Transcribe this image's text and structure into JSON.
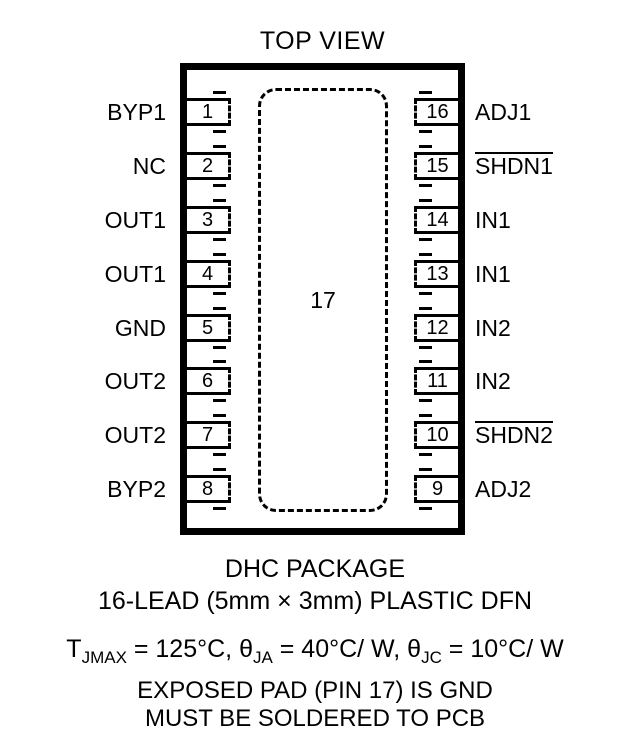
{
  "title": "TOP VIEW",
  "package": {
    "pad_number": "17",
    "left_pins": [
      {
        "number": "1",
        "label": "BYP1",
        "overline": false
      },
      {
        "number": "2",
        "label": "NC",
        "overline": false
      },
      {
        "number": "3",
        "label": "OUT1",
        "overline": false
      },
      {
        "number": "4",
        "label": "OUT1",
        "overline": false
      },
      {
        "number": "5",
        "label": "GND",
        "overline": false
      },
      {
        "number": "6",
        "label": "OUT2",
        "overline": false
      },
      {
        "number": "7",
        "label": "OUT2",
        "overline": false
      },
      {
        "number": "8",
        "label": "BYP2",
        "overline": false
      }
    ],
    "right_pins": [
      {
        "number": "16",
        "label": "ADJ1",
        "overline": false
      },
      {
        "number": "15",
        "label": "SHDN1",
        "overline": true
      },
      {
        "number": "14",
        "label": "IN1",
        "overline": false
      },
      {
        "number": "13",
        "label": "IN1",
        "overline": false
      },
      {
        "number": "12",
        "label": "IN2",
        "overline": false
      },
      {
        "number": "11",
        "label": "IN2",
        "overline": false
      },
      {
        "number": "10",
        "label": "SHDN2",
        "overline": true
      },
      {
        "number": "9",
        "label": "ADJ2",
        "overline": false
      }
    ]
  },
  "footer": {
    "package_name": "DHC PACKAGE",
    "package_desc": "16-LEAD (5mm × 3mm) PLASTIC DFN",
    "thermal": {
      "t_sym": "T",
      "t_sub": "JMAX",
      "t_rest": " = 125°C, ",
      "ja_sym": "θ",
      "ja_sub": "JA",
      "ja_rest": " = 40°C/ W, ",
      "jc_sym": "θ",
      "jc_sub": "JC",
      "jc_rest": " = 10°C/ W"
    },
    "note_line1": "EXPOSED PAD (PIN 17) IS GND",
    "note_line2": "MUST BE SOLDERED TO PCB"
  }
}
